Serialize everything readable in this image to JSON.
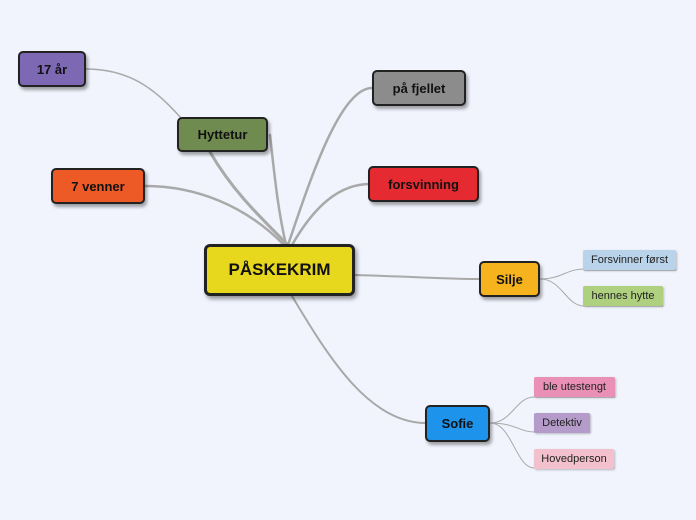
{
  "central": {
    "label": "PÅSKEKRIM",
    "color": "#e8d81d"
  },
  "topics": {
    "hyttetur": {
      "label": "Hyttetur",
      "color": "#6f8b4f"
    },
    "age": {
      "label": "17 år",
      "color": "#7d68b3"
    },
    "friends": {
      "label": "7 venner",
      "color": "#ee5a26"
    },
    "mountain": {
      "label": "på fjellet",
      "color": "#8c8c8c"
    },
    "disappearance": {
      "label": "forsvinning",
      "color": "#e52b31"
    },
    "silje": {
      "label": "Silje",
      "color": "#f6b31e",
      "children": [
        {
          "label": "Forsvinner først",
          "color": "#b9d3ea"
        },
        {
          "label": "hennes hytte",
          "color": "#aed07f"
        }
      ]
    },
    "sofie": {
      "label": "Sofie",
      "color": "#1e93ec",
      "children": [
        {
          "label": "ble utestengt",
          "color": "#ea8fb6"
        },
        {
          "label": "Detektiv",
          "color": "#b49bc9"
        },
        {
          "label": "Hovedperson",
          "color": "#f3c1cd"
        }
      ]
    }
  }
}
